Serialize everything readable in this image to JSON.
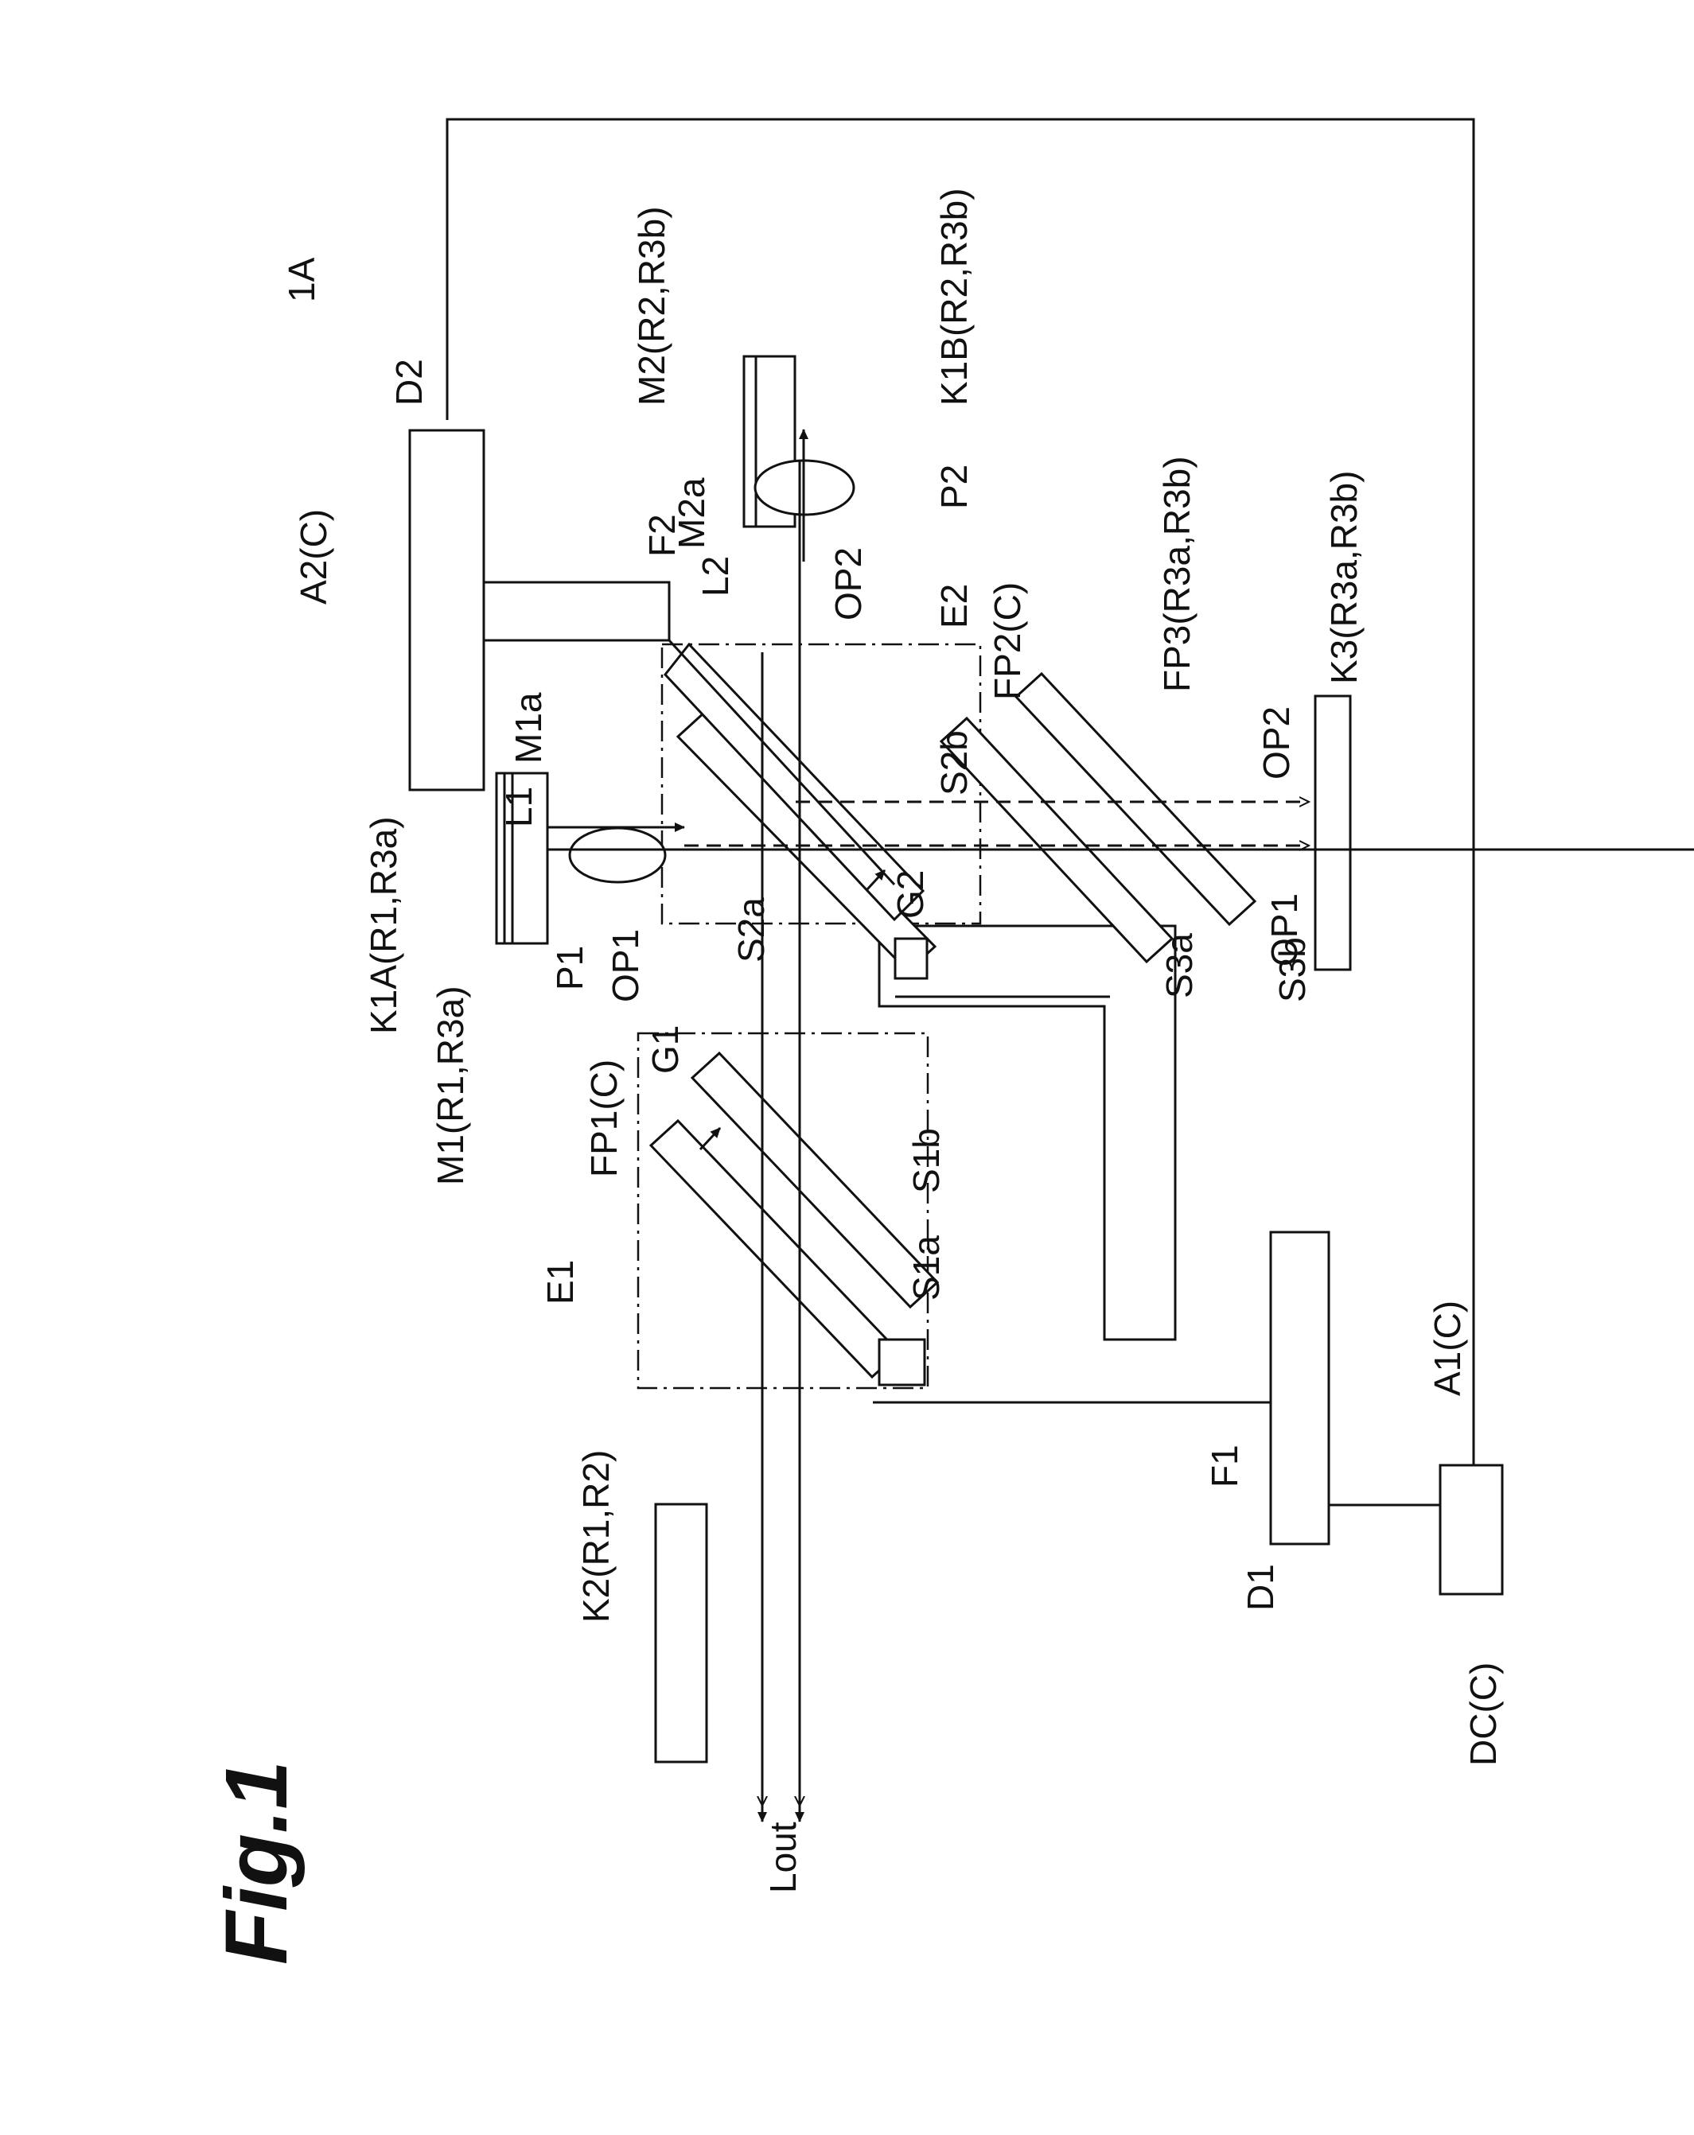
{
  "figure": {
    "title": "Fig.1",
    "device_ref": "1A"
  },
  "labels": {
    "d2": "D2",
    "a2": "A2(C)",
    "f2": "F2",
    "m2": "M2(R2,R3b)",
    "m2a": "M2a",
    "k1b": "K1B(R2,R3b)",
    "l2": "L2",
    "p2": "P2",
    "op2_top": "OP2",
    "e2": "E2",
    "fp2": "FP2(C)",
    "s2b": "S2b",
    "fp3": "FP3(R3a,R3b)",
    "op2_right": "OP2",
    "k3": "K3(R3a,R3b)",
    "m1a": "M1a",
    "l1": "L1",
    "k1a": "K1A(R1,R3a)",
    "m1": "M1(R1,R3a)",
    "p1": "P1",
    "op1_left": "OP1",
    "s2a": "S2a",
    "g2": "G2",
    "op1_right": "OP1",
    "s3a": "S3a",
    "s3b": "S3b",
    "e1": "E1",
    "fp1": "FP1(C)",
    "g1": "G1",
    "s1a": "S1a",
    "s1b": "S1b",
    "k2": "K2(R1,R2)",
    "f1": "F1",
    "a1": "A1(C)",
    "d1": "D1",
    "dc": "DC(C)",
    "lout": "Lout"
  }
}
